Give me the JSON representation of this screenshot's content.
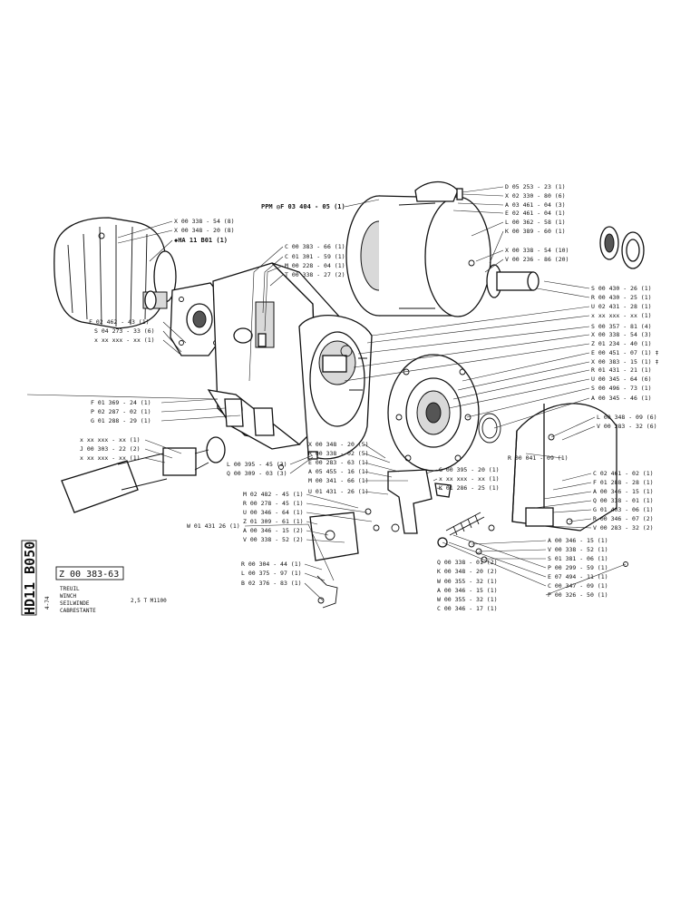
{
  "sheet": {
    "side_code": "HD11 B050",
    "date_code": "4-74",
    "box_code": "Z 00 383-63",
    "title_lines": [
      "TREUIL",
      "WINCH",
      "SEILWINDE",
      "CABRESTANTE"
    ],
    "model": "2,5 T   M1100"
  },
  "callouts": [
    {
      "id": "c1",
      "text": "D 05 253 - 23 (1)"
    },
    {
      "id": "c2",
      "text": "X 02 330 - 80 (6)"
    },
    {
      "id": "c3",
      "text": "A 03 461 - 04 (3)"
    },
    {
      "id": "c4",
      "text": "E 02 461 - 04 (1)"
    },
    {
      "id": "c5",
      "text": "L 00 362 - 58 (1)"
    },
    {
      "id": "c6",
      "text": "K 00 389 - 60 (1)"
    },
    {
      "id": "c7",
      "text": "PPM ◎F 03 404 - 05 (1)"
    },
    {
      "id": "c8",
      "text": "X 00 338 - 54 (8)"
    },
    {
      "id": "c9",
      "text": "X 00 348 - 20 (8)"
    },
    {
      "id": "c10",
      "text": "◆HA 11  B01 (1)"
    },
    {
      "id": "c11",
      "text": "C 00 383 - 66 (1)"
    },
    {
      "id": "c12",
      "text": "C 01 301 - 59 (1)"
    },
    {
      "id": "c13",
      "text": "M 00 228 - 04 (1)"
    },
    {
      "id": "c14",
      "text": "T 00 338 - 27 (2)"
    },
    {
      "id": "c15",
      "text": "X 00 338 - 54 (10)"
    },
    {
      "id": "c16",
      "text": "V 00 236 - 86 (20)"
    },
    {
      "id": "c17",
      "text": "S 00 430 - 26 (1)"
    },
    {
      "id": "c18",
      "text": "R 00 430 - 25 (1)"
    },
    {
      "id": "c19",
      "text": "U 02 431 - 28 (1)"
    },
    {
      "id": "c20",
      "text": "x xx xxx - xx (1)"
    },
    {
      "id": "c21",
      "text": "S 00 357 - 81 (4)"
    },
    {
      "id": "c22",
      "text": "X 00 338 - 54 (3)"
    },
    {
      "id": "c23",
      "text": "Z 01 234 - 40 (1)"
    },
    {
      "id": "c24",
      "text": "E 00 451 - 07 (1) ‡"
    },
    {
      "id": "c25",
      "text": "X 00 383 - 15 (1) ‡"
    },
    {
      "id": "c26",
      "text": "R 01 431 - 21 (1)"
    },
    {
      "id": "c27",
      "text": "U 00 345 - 64 (6)"
    },
    {
      "id": "c28",
      "text": "S 00 496 - 73 (1)"
    },
    {
      "id": "c29",
      "text": "A 00 345 - 46 (1)"
    },
    {
      "id": "c30",
      "text": "F 02 462 - 43 (1)"
    },
    {
      "id": "c31",
      "text": "S 04 273 - 33 (6)"
    },
    {
      "id": "c32",
      "text": "x xx xxx - xx (1)"
    },
    {
      "id": "c33",
      "text": "F 01 369 - 24 (1)"
    },
    {
      "id": "c34",
      "text": "P 02 287 - 02 (1)"
    },
    {
      "id": "c35",
      "text": "G 01 288 - 29 (1)"
    },
    {
      "id": "c36",
      "text": "L 00 348 - 09 (6)"
    },
    {
      "id": "c37",
      "text": "V 00 283 - 32 (6)"
    },
    {
      "id": "c38",
      "text": "x xx xxx - xx (1)"
    },
    {
      "id": "c39",
      "text": "J 00 303 - 22 (2)"
    },
    {
      "id": "c40",
      "text": "x xx xxx - xx (1)"
    },
    {
      "id": "c41",
      "text": "X 00 348 - 20 (5)"
    },
    {
      "id": "c42",
      "text": "R 00 338 - 02 (5)"
    },
    {
      "id": "c43",
      "text": "E 00 283 - 63 (1)"
    },
    {
      "id": "c44",
      "text": "A 05 455 - 16 (1)"
    },
    {
      "id": "c45",
      "text": "M 00 341 - 66 (1)"
    },
    {
      "id": "c46",
      "text": "U 01 431 - 26 (1)"
    },
    {
      "id": "c47",
      "text": "L 00 395 - 45 (3)"
    },
    {
      "id": "c48",
      "text": "Q 00 309 - 03 (3)"
    },
    {
      "id": "c49",
      "text": "R 00 041 - 09 (1)"
    },
    {
      "id": "c50",
      "text": "G 00 395 - 20 (1)"
    },
    {
      "id": "c51",
      "text": "x xx xxx - xx (1)"
    },
    {
      "id": "c52",
      "text": "K 01 286 - 25 (1)"
    },
    {
      "id": "c53",
      "text": "C 02 461 - 02 (1)"
    },
    {
      "id": "c54",
      "text": "F 01 288 - 28 (1)"
    },
    {
      "id": "c55",
      "text": "A 00 346 - 15 (1)"
    },
    {
      "id": "c56",
      "text": "Q 00 338 - 01 (1)"
    },
    {
      "id": "c57",
      "text": "G 01 403 - 06 (1)"
    },
    {
      "id": "c58",
      "text": "R 00 346 - 07 (2)"
    },
    {
      "id": "c59",
      "text": "V 00 283 - 32 (2)"
    },
    {
      "id": "c60",
      "text": "M 02 482 - 45 (1)"
    },
    {
      "id": "c61",
      "text": "R 00 278 - 45 (1)"
    },
    {
      "id": "c62",
      "text": "U 00 346 - 64 (1)"
    },
    {
      "id": "c63",
      "text": "Z 01 309 - 61 (1)"
    },
    {
      "id": "c64",
      "text": "A 00 346 - 15 (2)"
    },
    {
      "id": "c65",
      "text": "V 00 338 - 52 (2)"
    },
    {
      "id": "c66",
      "text": "W 01 431  26 (1)"
    },
    {
      "id": "c67",
      "text": "R 00 304 - 44 (1)"
    },
    {
      "id": "c68",
      "text": "L 00 375 - 97 (1)"
    },
    {
      "id": "c69",
      "text": "B 02 376 - 83 (1)"
    },
    {
      "id": "c70",
      "text": "A 00 346 - 15 (1)"
    },
    {
      "id": "c71",
      "text": "V 00 338 - 52 (1)"
    },
    {
      "id": "c72",
      "text": "S 01 381 - 06 (1)"
    },
    {
      "id": "c73",
      "text": "P 00 299 - 59 (1)"
    },
    {
      "id": "c74",
      "text": "E 07 494 - 11 (1)"
    },
    {
      "id": "c75",
      "text": "C 00 347 - 09 (1)"
    },
    {
      "id": "c76",
      "text": "P 00 326 - 50 (1)"
    },
    {
      "id": "c77",
      "text": "Q 00 338 - 01 (2)"
    },
    {
      "id": "c78",
      "text": "K 00 348 - 20 (2)"
    },
    {
      "id": "c79",
      "text": "W 00 355 - 32 (1)"
    },
    {
      "id": "c80",
      "text": "A 00 346 - 15 (1)"
    },
    {
      "id": "c81",
      "text": "W 00 355 - 32 (1)"
    },
    {
      "id": "c82",
      "text": "C 00 346 - 17 (1)"
    }
  ]
}
